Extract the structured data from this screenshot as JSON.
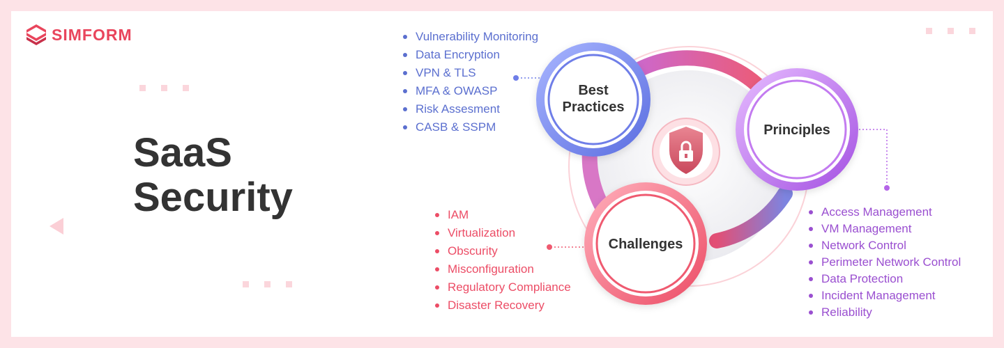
{
  "brand": {
    "name": "SIMFORM",
    "color": "#e9455c"
  },
  "title": {
    "line1": "SaaS",
    "line2": "Security"
  },
  "nodes": {
    "best_practices": {
      "line1": "Best",
      "line2": "Practices",
      "color": "#6f7ee8",
      "items": [
        "Vulnerability Monitoring",
        "Data Encryption",
        "VPN & TLS",
        "MFA & OWASP",
        "Risk Assesment",
        "CASB & SSPM"
      ]
    },
    "principles": {
      "label": "Principles",
      "color": "#b565e8",
      "items": [
        "Access Management",
        "VM Management",
        "Network Control",
        "Perimeter Network Control",
        "Data Protection",
        "Incident Management",
        "Reliability"
      ]
    },
    "challenges": {
      "label": "Challenges",
      "color": "#ef5a70",
      "items": [
        "IAM",
        "Virtualization",
        "Obscurity",
        "Misconfiguration",
        "Regulatory Compliance",
        "Disaster Recovery"
      ]
    }
  },
  "center_icon": "shield-lock-icon"
}
